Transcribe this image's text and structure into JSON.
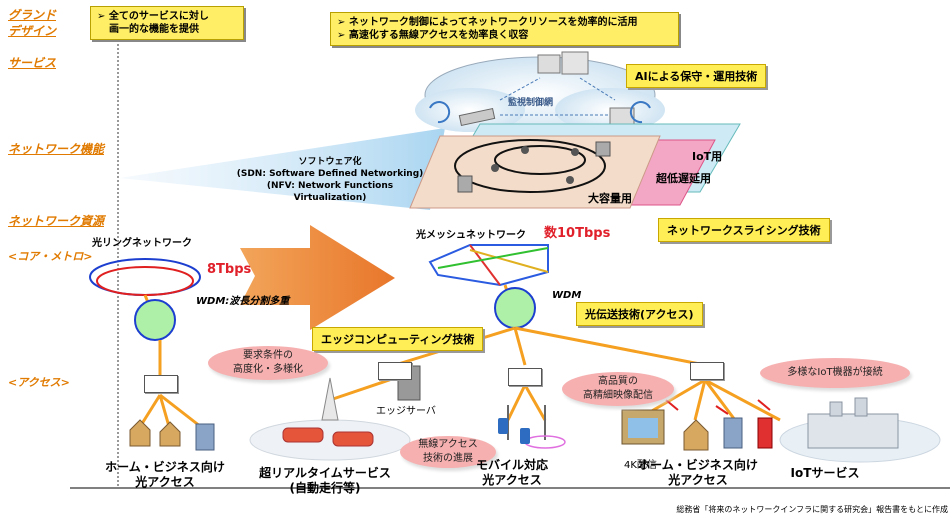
{
  "side_labels": {
    "grand_design": "グランド",
    "grand_design2": "デザイン",
    "service": "サービス",
    "network_function": "ネットワーク機能",
    "network_resource": "ネットワーク資源",
    "core_metro": "<コア・メトロ>",
    "access": "<アクセス>"
  },
  "top_boxes": {
    "left_line1": "➢ 全てのサービスに対し",
    "left_line2": "画一的な機能を提供",
    "right_line1": "➢ ネットワーク制御によってネットワークリソースを効率的に活用",
    "right_line2": "➢ 高速化する無線アクセスを効率良く収容"
  },
  "tech_labels": {
    "ai": "AIによる保守・運用技術",
    "slicing": "ネットワークスライシング技術",
    "optical": "光伝送技術(アクセス)",
    "edge": "エッジコンピューティング技術"
  },
  "cloud_label": "監視制御網",
  "software": {
    "title": "ソフトウェア化",
    "sdn": "(SDN: Software Defined Networking)",
    "nfv": "(NFV: Network Functions Virtualization)"
  },
  "slices": {
    "iot": "IoT用",
    "low_latency": "超低遅延用",
    "large": "大容量用"
  },
  "ring": {
    "title": "光リングネットワーク",
    "speed": "8Tbps",
    "wdm": "WDM:波長分割多重"
  },
  "mesh": {
    "title": "光メッシュネットワーク",
    "speed": "数10Tbps",
    "wdm": "WDM"
  },
  "bubbles": {
    "requirements1": "要求条件の",
    "requirements2": "高度化・多様化",
    "hq1": "高品質の",
    "hq2": "高精細映像配信",
    "iot": "多様なIoT機器が接続",
    "wireless1": "無線アクセス",
    "wireless2": "技術の進展"
  },
  "edge_server": "エッジサーバ",
  "k4": "4K配信",
  "bottom": {
    "home1": "ホーム・ビジネス向け",
    "home1b": "光アクセス",
    "realtime": "超リアルタイムサービス",
    "realtime2": "(自動走行等)",
    "mobile": "モバイル対応",
    "mobile2": "光アクセス",
    "home2": "ホーム・ビジネス向け",
    "home2b": "光アクセス",
    "iot": "IoTサービス"
  },
  "source": "総務省「将来のネットワークインフラに関する研究会」報告書をもとに作成",
  "colors": {
    "accent_orange": "#f5a020",
    "label_orange": "#e07a00",
    "box_yellow": "#ffee66",
    "bubble_pink": "#f6b0b0",
    "speed_red": "#e0202a"
  }
}
